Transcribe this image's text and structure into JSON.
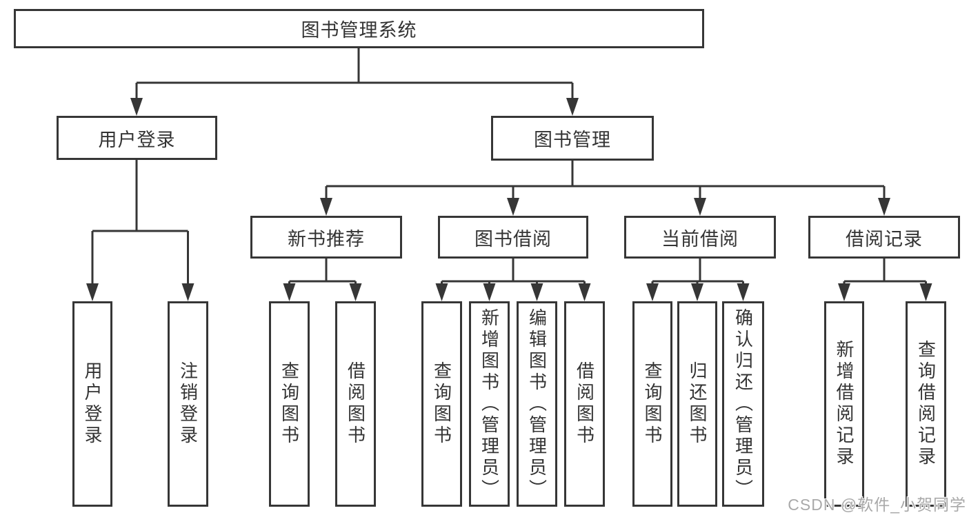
{
  "diagram": {
    "type": "hierarchy-diagram",
    "title": "图书管理系统",
    "watermark": "CSDN @软件_小贺同学",
    "colors": {
      "line": "#363636",
      "text": "#333333",
      "background": "#ffffff",
      "watermark": "#a9a9a9"
    },
    "nodes": [
      {
        "id": "root",
        "label": "图书管理系统",
        "parent": null
      },
      {
        "id": "user-login",
        "label": "用户登录",
        "parent": "root"
      },
      {
        "id": "book-management",
        "label": "图书管理",
        "parent": "root"
      },
      {
        "id": "new-book-recommend",
        "label": "新书推荐",
        "parent": "book-management"
      },
      {
        "id": "book-borrowing",
        "label": "图书借阅",
        "parent": "book-management"
      },
      {
        "id": "current-borrowing",
        "label": "当前借阅",
        "parent": "book-management"
      },
      {
        "id": "borrowing-records",
        "label": "借阅记录",
        "parent": "book-management"
      },
      {
        "id": "leaf-user-login",
        "label": "用户登录",
        "parent": "user-login"
      },
      {
        "id": "leaf-logout",
        "label": "注销登录",
        "parent": "user-login"
      },
      {
        "id": "leaf-query-books-1",
        "label": "查询图书",
        "parent": "new-book-recommend"
      },
      {
        "id": "leaf-borrow-books-1",
        "label": "借阅图书",
        "parent": "new-book-recommend"
      },
      {
        "id": "leaf-query-books-2",
        "label": "查询图书",
        "parent": "book-borrowing"
      },
      {
        "id": "leaf-add-books-admin",
        "label": "新增图书（管理员）",
        "parent": "book-borrowing"
      },
      {
        "id": "leaf-edit-books-admin",
        "label": "编辑图书（管理员）",
        "parent": "book-borrowing"
      },
      {
        "id": "leaf-borrow-books-2",
        "label": "借阅图书",
        "parent": "book-borrowing"
      },
      {
        "id": "leaf-query-books-3",
        "label": "查询图书",
        "parent": "current-borrowing"
      },
      {
        "id": "leaf-return-books",
        "label": "归还图书",
        "parent": "current-borrowing"
      },
      {
        "id": "leaf-confirm-return",
        "label": "确认归还（管理员）",
        "parent": "current-borrowing"
      },
      {
        "id": "leaf-add-borrow-record",
        "label": "新增借阅记录",
        "parent": "borrowing-records"
      },
      {
        "id": "leaf-query-borrow-record",
        "label": "查询借阅记录",
        "parent": "borrowing-records"
      }
    ]
  }
}
